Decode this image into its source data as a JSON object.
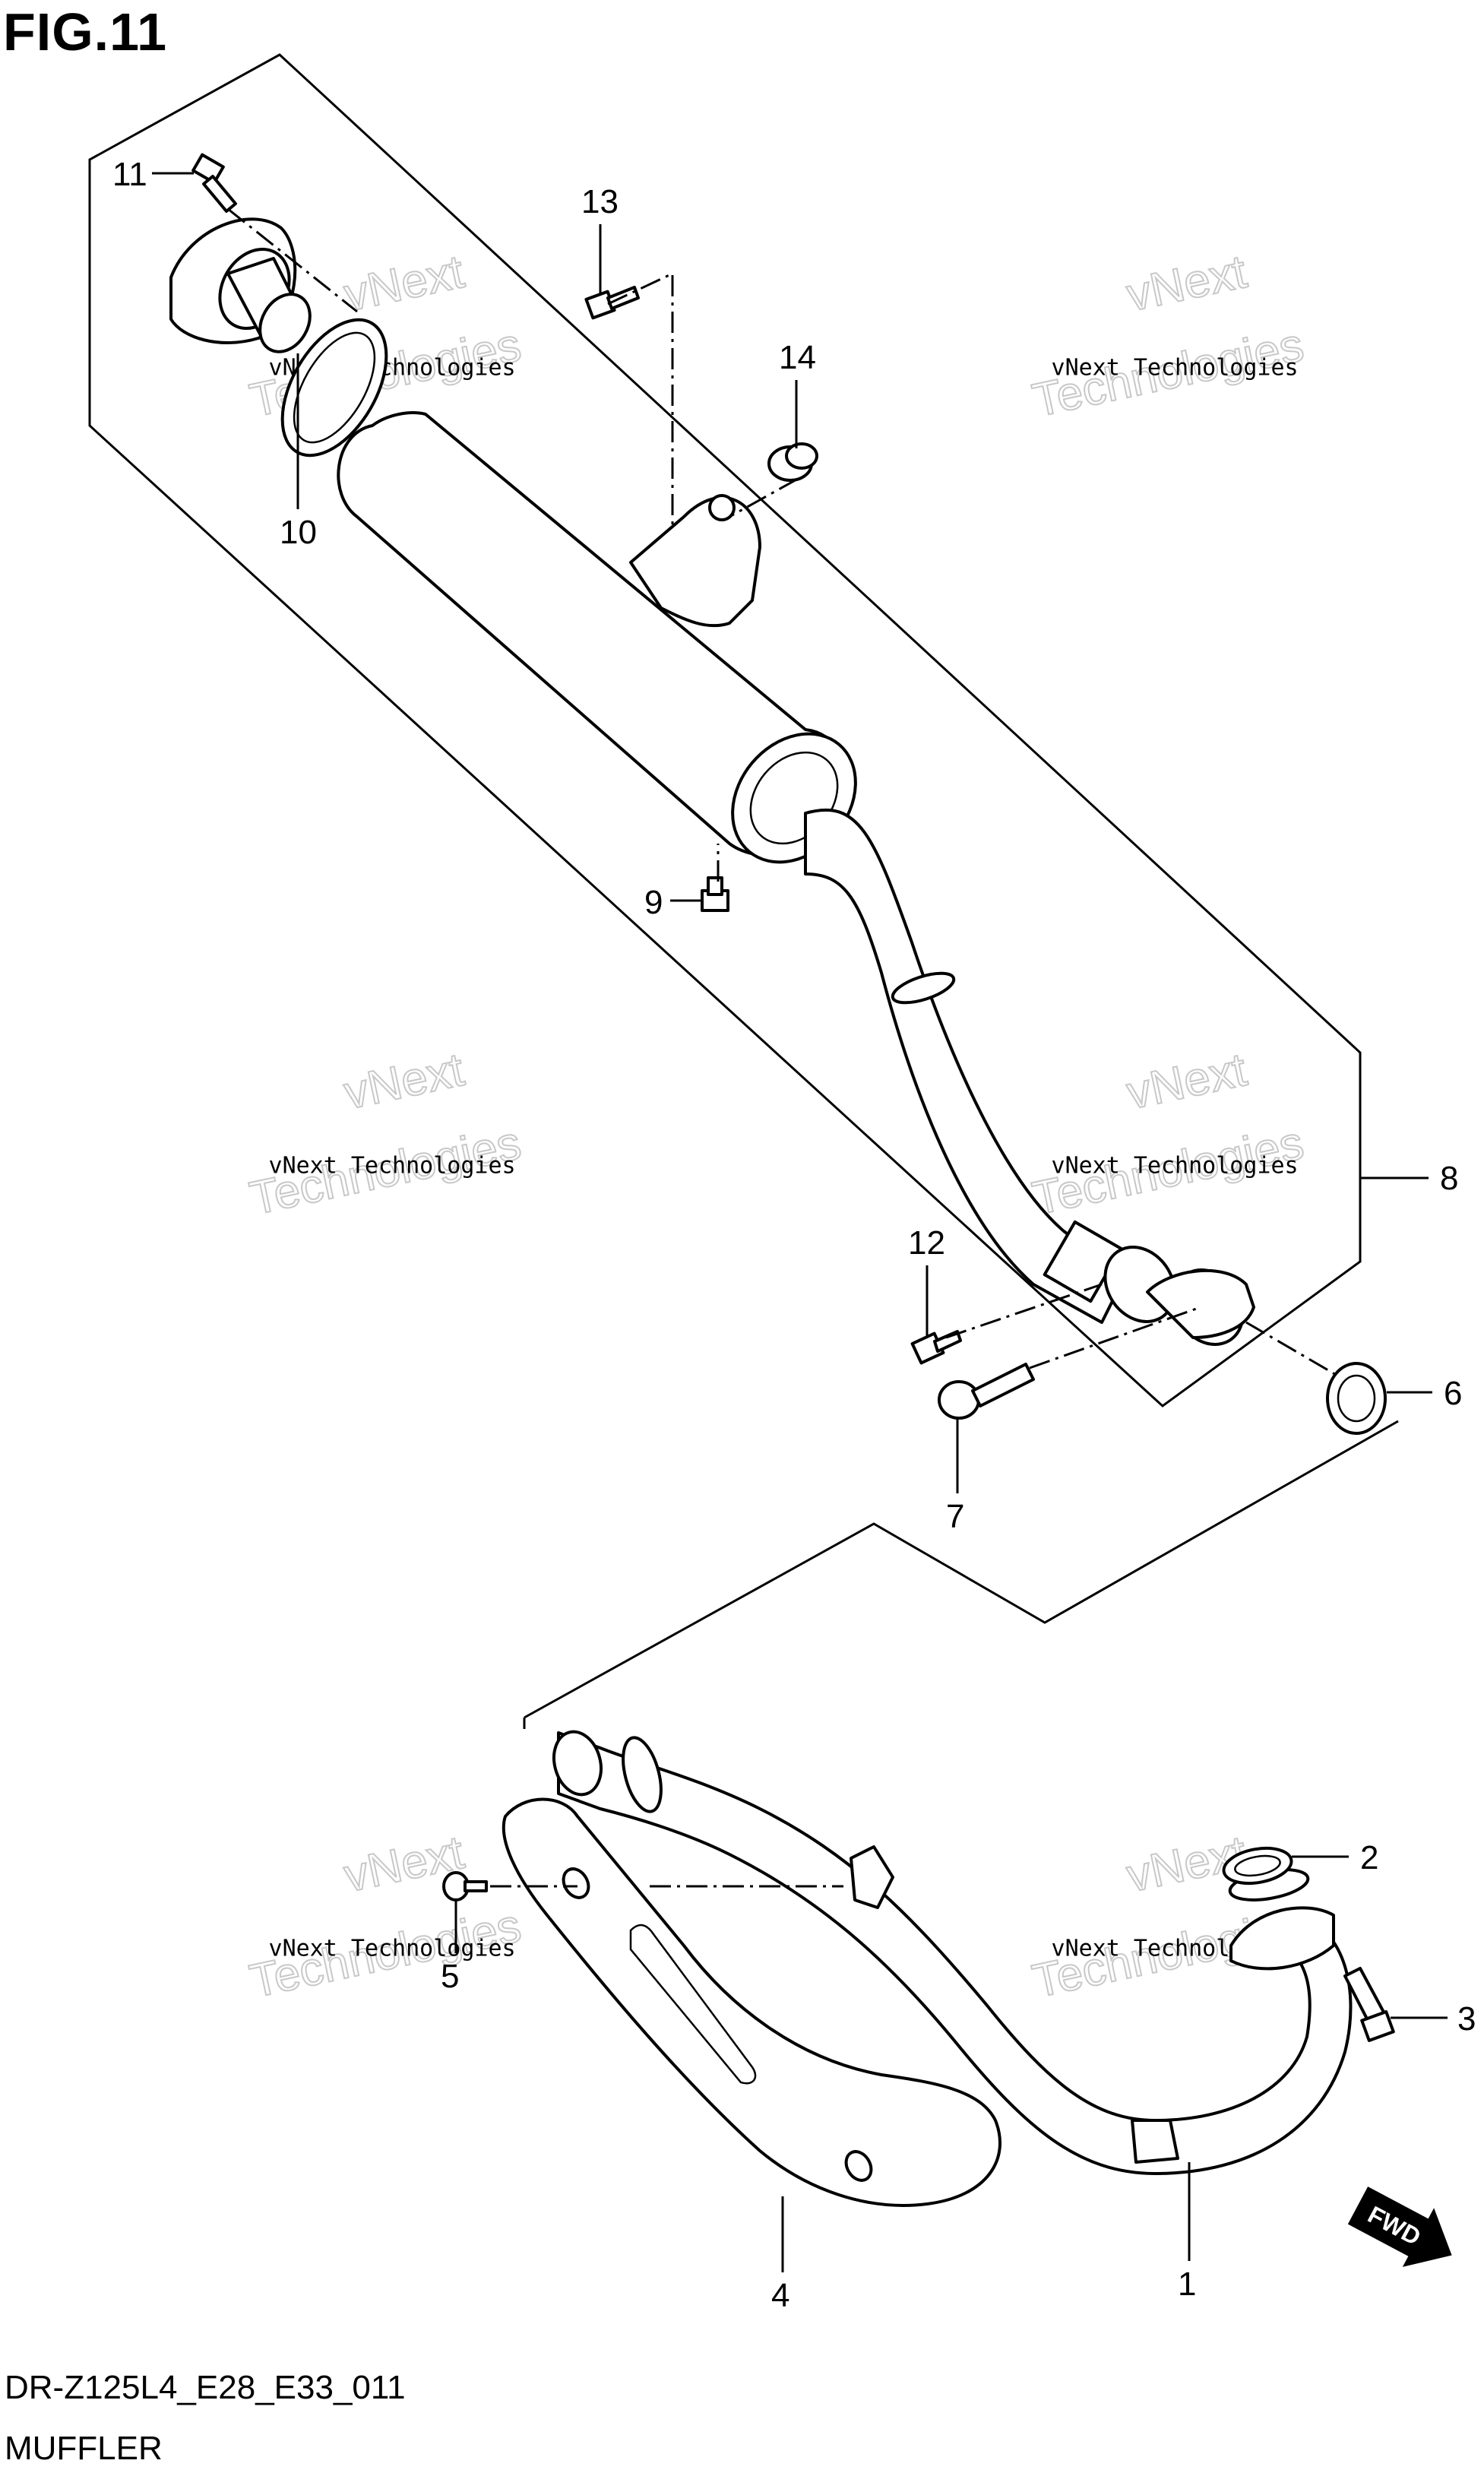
{
  "figure": {
    "title": "FIG.11",
    "code": "DR-Z125L4_E28_E33_011",
    "caption": "MUFFLER"
  },
  "parts": [
    "1",
    "2",
    "3",
    "4",
    "5",
    "6",
    "7",
    "8",
    "9",
    "10",
    "11",
    "12",
    "13",
    "14"
  ],
  "fwd_label": "FWD",
  "watermark": {
    "line1": "vNext Technologies",
    "line2": "vNext",
    "line3": "Technologies"
  },
  "colors": {
    "ink": "#000000",
    "watermark": "#c8c8c8",
    "background": "#ffffff"
  }
}
